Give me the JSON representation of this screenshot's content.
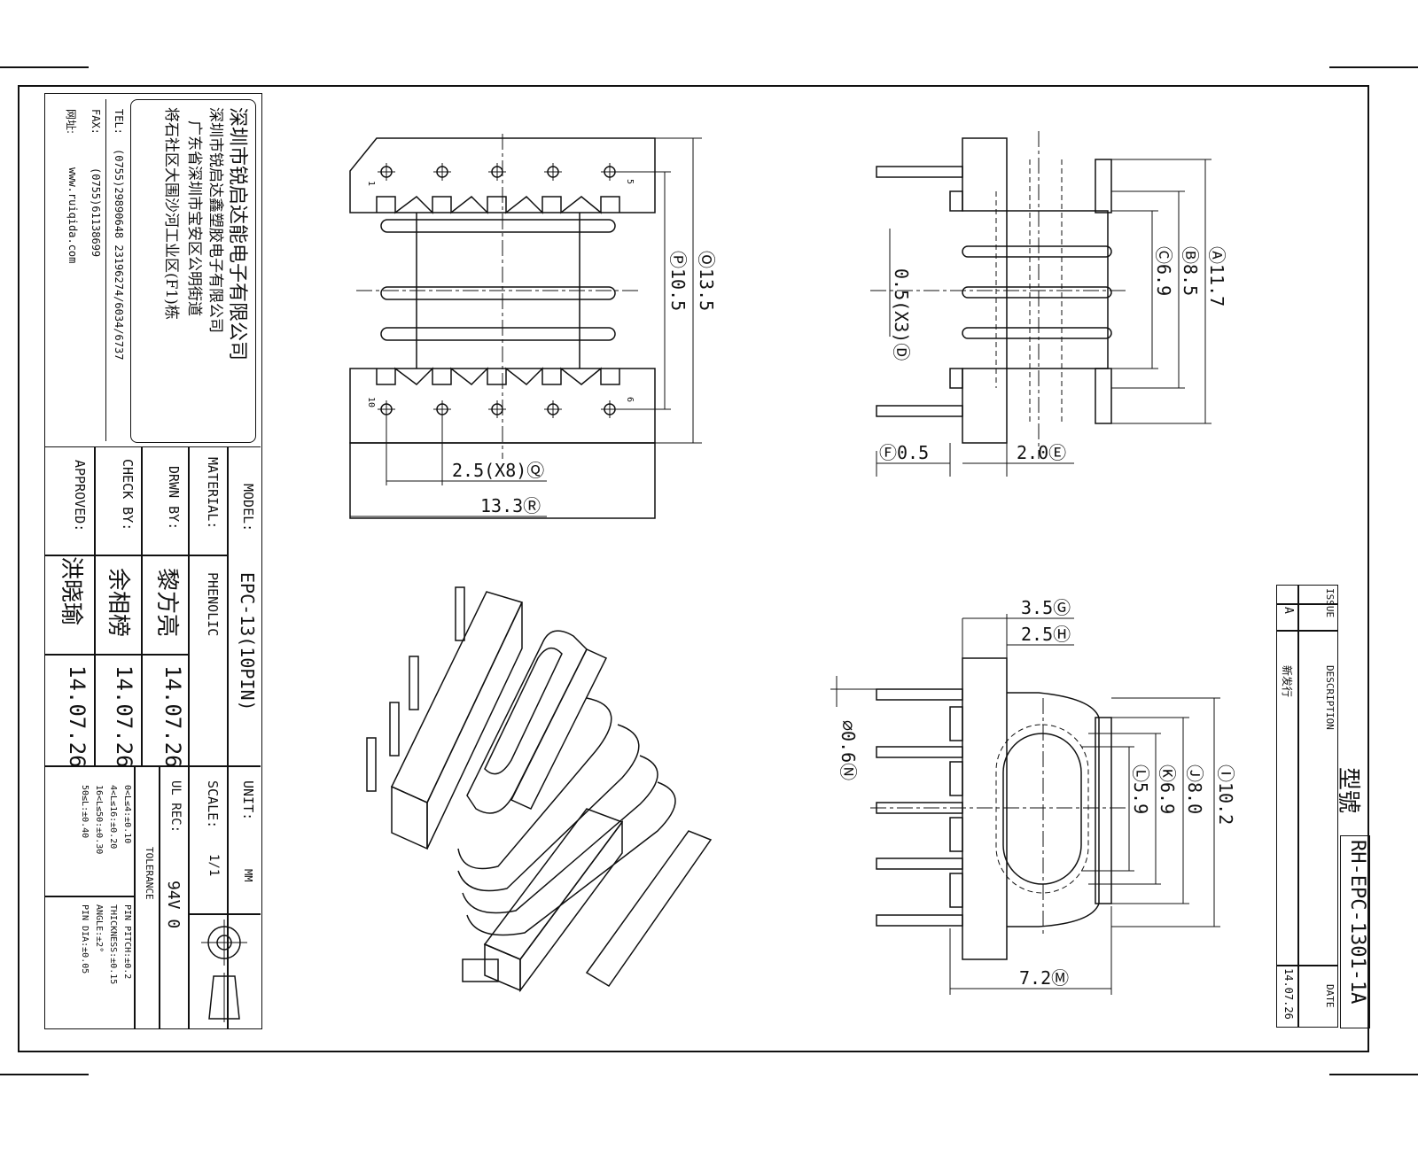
{
  "company": {
    "name_cn": "深圳市锐启达能电子有限公司",
    "sub_company": "深圳市锐启达鑫塑胶电子有限公司",
    "address_1": "广东省深圳市宝安区公明街道",
    "address_2": "将石社区大围沙河工业区(F1)栋",
    "tel_label": "TEL:",
    "tel_value": "(0755)29890648 23196274/6034/6737",
    "fax_label": "FAX:",
    "fax_value": "(0755)61138699",
    "web_label": "网址:",
    "web_value": "www.ruiqida.com"
  },
  "title_block": {
    "model_label": "MODEL:",
    "model_value": "EPC-13(10PIN)",
    "material_label": "MATERIAL:",
    "material_value": "PHENOLIC",
    "drwn_label": "DRWN BY:",
    "drwn_name": "黎方亮",
    "drwn_date": "14.07.26",
    "check_label": "CHECK BY:",
    "check_name": "余相榜",
    "check_date": "14.07.26",
    "approved_label": "APPROVED:",
    "approved_name": "洪晓瑜",
    "approved_date": "14.07.26",
    "unit_label": "UNIT:",
    "unit_value": "MM",
    "scale_label": "SCALE:",
    "scale_value": "1/1",
    "ul_label": "UL REC:",
    "ul_value": "94V 0",
    "tolerance_label": "TOLERANCE",
    "tol_1": "0<L≤4:±0.10",
    "tol_2": "4<L≤16:±0.20",
    "tol_3": "16<L≤50:±0.30",
    "tol_4": "50≤L:±0.40",
    "tol_5": "PIN PITCH:±0.2",
    "tol_6": "THICKNESS:±0.15",
    "tol_7": "ANGLE:±2°",
    "tol_8": "PIN DIA:±0.05"
  },
  "revision": {
    "issue_label": "ISSUE",
    "issue_value": "A",
    "desc_label": "DESCRIPTION",
    "desc_value": "新发行",
    "date_label": "DATE",
    "date_value": "14.07.26"
  },
  "part_no": {
    "label": "型號",
    "value": "RH-EPC-1301-1A"
  },
  "dimensions": {
    "O": "Ⓞ13.5",
    "P": "Ⓟ10.5",
    "Q": "2.5(X8)Ⓠ",
    "R": "13.3Ⓡ",
    "A": "Ⓐ11.7",
    "B": "Ⓑ8.5",
    "C": "Ⓒ6.9",
    "D": "0.5(X3)Ⓓ",
    "F": "Ⓕ0.5",
    "E": "2.0Ⓔ",
    "G": "3.5Ⓖ",
    "H": "2.5Ⓗ",
    "N": "⌀0.6Ⓝ",
    "I": "Ⓘ10.2",
    "J": "Ⓙ8.0",
    "K": "Ⓚ6.9",
    "L": "Ⓛ5.9",
    "M": "7.2Ⓜ"
  },
  "pin_labels": {
    "p1": "1",
    "p5": "5",
    "p6": "6",
    "p10": "10"
  }
}
